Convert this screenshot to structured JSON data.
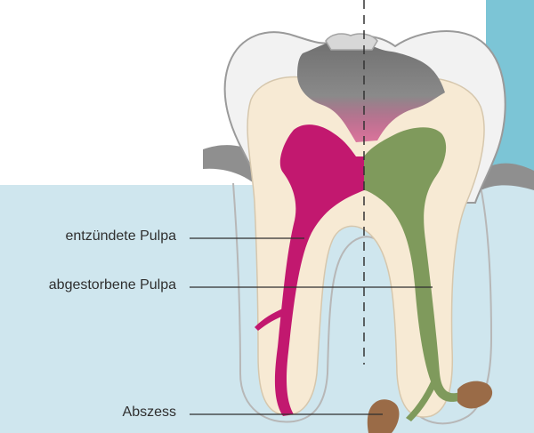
{
  "labels": {
    "inflamed_pulp": "entzündete Pulpa",
    "dead_pulp": "abgestorbene Pulpa",
    "abscess": "Abszess"
  },
  "colors": {
    "background_gum": "#cfe6ee",
    "accent_bar": "#7cc5d6",
    "enamel": "#f2f2f2",
    "dentin": "#f7ead4",
    "inflamed_pulp": "#c2186f",
    "dead_pulp": "#7f9a5c",
    "decay": "#777777",
    "abscess": "#9a6b47",
    "gum_edge": "#8a8a8a"
  }
}
